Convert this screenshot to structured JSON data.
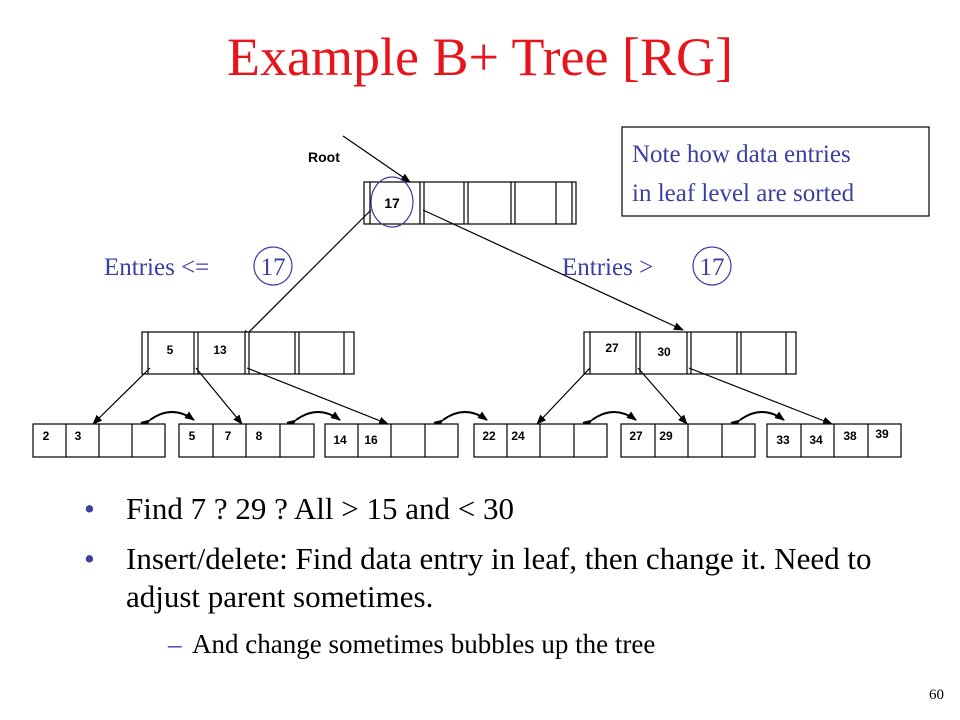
{
  "title": "Example B+ Tree [RG]",
  "root_label": "Root",
  "note": [
    "Note how data entries",
    "in leaf level are sorted"
  ],
  "entries_left": "Entries <=",
  "entries_right": "Entries >",
  "entries_value": "17",
  "root_keys": [
    "17"
  ],
  "internal_left_keys": [
    "5",
    "13"
  ],
  "internal_right_keys": [
    "27",
    "30"
  ],
  "leaves": [
    [
      "2",
      "3"
    ],
    [
      "5",
      "7",
      "8"
    ],
    [
      "14",
      "16"
    ],
    [
      "22",
      "24"
    ],
    [
      "27",
      "29"
    ],
    [
      "33",
      "34",
      "38",
      "39"
    ]
  ],
  "bullets": [
    "Find 7 ? 29 ? All > 15  and < 30",
    "Insert/delete:  Find data entry in leaf, then change it. Need to adjust parent sometimes."
  ],
  "sub_bullet": "And change sometimes bubbles up the tree",
  "bullet_symbol": "•",
  "dash_symbol": "–",
  "page_number": "60",
  "colors": {
    "title": "#e8141b",
    "blue": "#3b3fa0",
    "black": "#000000"
  }
}
